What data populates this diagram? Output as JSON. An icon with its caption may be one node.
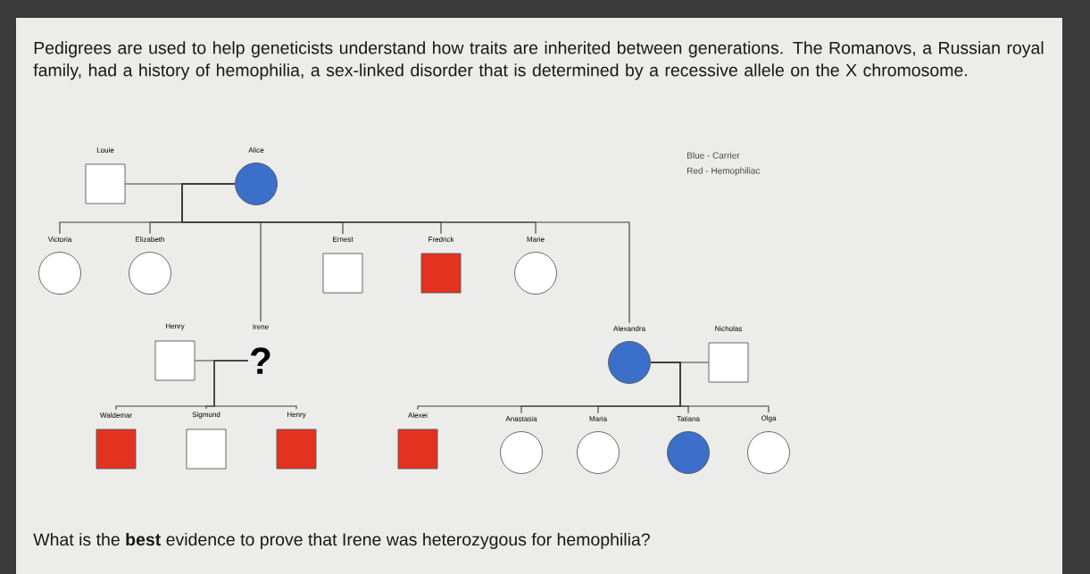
{
  "diagram": {
    "title": "Pedigrees are used to help geneticists understand how traits are inherited between generations. The Romanovs, a Russian royal family, had a history of hemophilia, a sex-linked disorder that is determined by a recessive allele on the X chromosome.",
    "caption": "What is the **best** evidence to prove that Irene was heterozygous for hemophilia?",
    "nodes": [
      {
        "text": [],
        "shape": "box",
        "beside": [
          "Louie"
        ]
      },
      {
        "text": [],
        "shape": "circle",
        "beside": [
          "Alice"
        ]
      },
      {
        "text": [],
        "shape": "circle",
        "beside": [
          "Victoria"
        ]
      },
      {
        "text": [],
        "shape": "circle",
        "beside": [
          "Elizabeth"
        ]
      },
      {
        "text": [],
        "shape": "box",
        "beside": [
          "Ernest"
        ]
      },
      {
        "text": [],
        "shape": "box",
        "beside": [
          "Fredrick"
        ]
      },
      {
        "text": [],
        "shape": "circle",
        "beside": [
          "Marie"
        ]
      },
      {
        "text": [],
        "shape": "box",
        "beside": [
          "Henry"
        ]
      },
      {
        "text": [
          "?"
        ],
        "beside": [
          "Irene"
        ]
      },
      {
        "text": [],
        "shape": "circle",
        "beside": [
          "Alexandra"
        ]
      },
      {
        "text": [],
        "shape": "box",
        "beside": [
          "Nicholas"
        ]
      },
      {
        "text": [],
        "shape": "box",
        "beside": [
          "Waldemar"
        ]
      },
      {
        "text": [],
        "shape": "box",
        "beside": [
          "Sigmund"
        ]
      },
      {
        "text": [],
        "shape": "box",
        "beside": [
          "Henry"
        ]
      },
      {
        "text": [],
        "shape": "box",
        "beside": [
          "Alexei"
        ]
      },
      {
        "text": [],
        "shape": "circle",
        "beside": [
          "Anastasia"
        ]
      },
      {
        "text": [],
        "shape": "circle",
        "beside": [
          "Maria"
        ]
      },
      {
        "text": [],
        "shape": "circle",
        "beside": [
          "Tatiana"
        ]
      },
      {
        "text": [],
        "shape": "circle",
        "beside": [
          "Olga"
        ]
      }
    ],
    "edges": [
      {
        "from": 0,
        "to": 1,
        "arrow": "none"
      },
      {
        "from": 1,
        "to": 2,
        "arrow": "none"
      },
      {
        "from": 1,
        "to": 3,
        "arrow": "none"
      },
      {
        "from": 1,
        "to": 8,
        "arrow": "none"
      },
      {
        "from": 1,
        "to": 4,
        "arrow": "none"
      },
      {
        "from": 1,
        "to": 5,
        "arrow": "none"
      },
      {
        "from": 1,
        "to": 6,
        "arrow": "none"
      },
      {
        "from": 1,
        "to": 9,
        "arrow": "none"
      },
      {
        "from": 7,
        "to": 8,
        "arrow": "none"
      },
      {
        "from": 8,
        "to": 11,
        "arrow": "none"
      },
      {
        "from": 8,
        "to": 12,
        "arrow": "none"
      },
      {
        "from": 8,
        "to": 13,
        "arrow": "none"
      },
      {
        "from": 9,
        "to": 10,
        "arrow": "none"
      },
      {
        "from": 9,
        "to": 14,
        "arrow": "none"
      },
      {
        "from": 9,
        "to": 15,
        "arrow": "none"
      },
      {
        "from": 9,
        "to": 16,
        "arrow": "none"
      },
      {
        "from": 9,
        "to": 17,
        "arrow": "none"
      },
      {
        "from": 9,
        "to": 18,
        "arrow": "none"
      }
    ],
    "labels": [
      "Blue - Carrier",
      "Red - Hemophiliac"
    ]
  }
}
